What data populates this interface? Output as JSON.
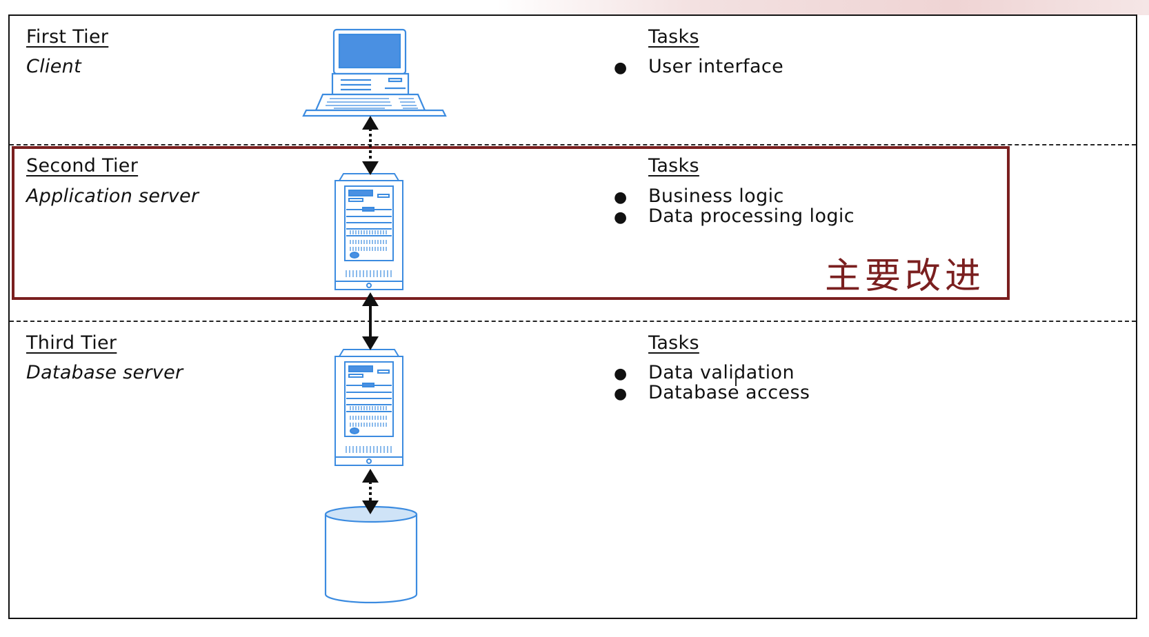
{
  "tiers": [
    {
      "title": "First Tier",
      "subtitle": "Client",
      "tasks_label": "Tasks",
      "tasks": [
        "User interface"
      ],
      "icon": "computer-icon"
    },
    {
      "title": "Second Tier",
      "subtitle": "Application server",
      "tasks_label": "Tasks",
      "tasks": [
        "Business logic",
        "Data processing logic"
      ],
      "icon": "server-icon"
    },
    {
      "title": "Third Tier",
      "subtitle": "Database server",
      "tasks_label": "Tasks",
      "tasks": [
        "Data validation",
        "Database access"
      ],
      "icon": "server-icon"
    }
  ],
  "highlight": {
    "label": "主要改进",
    "color": "#7a1f1f"
  },
  "bullet": "●",
  "database_icon": "database-cylinder-icon",
  "icon_color": "#3b8be0"
}
